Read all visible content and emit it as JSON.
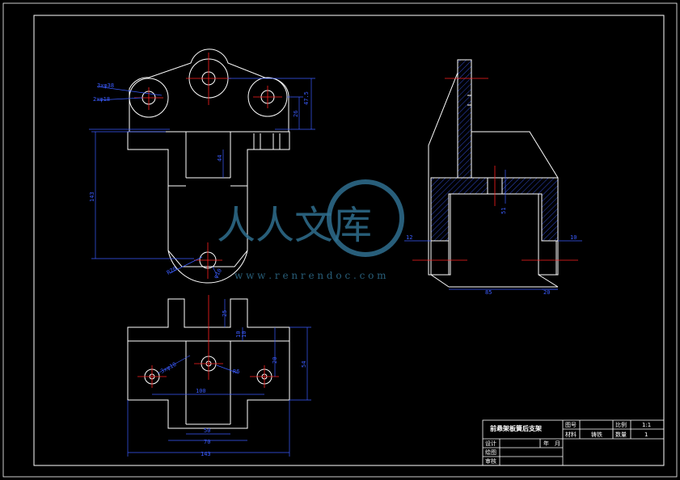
{
  "title_block": {
    "drawing_name": "前悬架板簧后支架",
    "figure_no_label": "图号",
    "scale_label": "比例",
    "scale_value": "1:1",
    "material_label": "材料",
    "material_value": "铸铁",
    "quantity_label": "数量",
    "quantity_value": "1",
    "design_label": "设计",
    "drawing_label": "绘图",
    "review_label": "审核",
    "year_label": "年",
    "month_label": "月"
  },
  "watermark": {
    "brand": "人人文库",
    "url": "w w w . r e n r e n d o c . c o m"
  },
  "dimensions": {
    "front": {
      "phi_large": "3xφ38",
      "phi_small": "2xφ18",
      "d_right_total": "47.5",
      "d_right_upper": "26",
      "d_center_height": "44",
      "d_left_height": "143",
      "d_bottom_r": "R20",
      "d_bottom_phi": "φ10"
    },
    "side": {
      "d_inner": "51",
      "d_left_small": "12",
      "d_right_small": "10",
      "d_bottom_width": "85",
      "d_bottom_right": "20"
    },
    "top": {
      "d_upper": "25",
      "d_step": "10",
      "d_step2": "10",
      "d_phi_hole": "3xφ10",
      "d_r": "R6",
      "d_right_small": "20",
      "d_right_total": "54",
      "d_holes_span": "100",
      "d_inner_width": "50",
      "d_mid_width": "70",
      "d_total_width": "143"
    }
  }
}
